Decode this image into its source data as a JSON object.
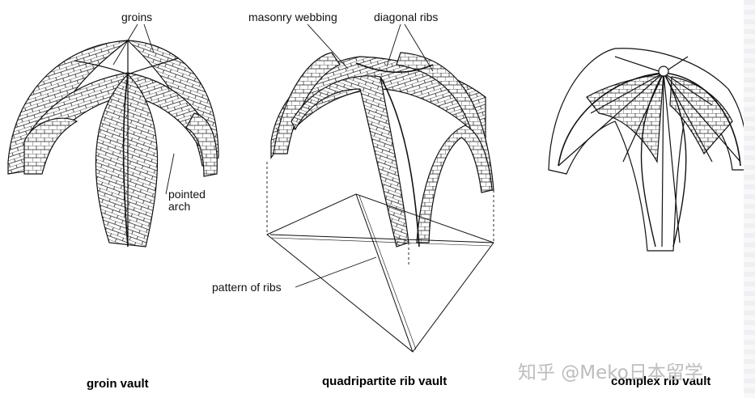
{
  "labels": {
    "groins": "groins",
    "pointed_arch": "pointed\narch",
    "masonry_webbing": "masonry webbing",
    "diagonal_ribs": "diagonal ribs",
    "pattern_of_ribs": "pattern of ribs"
  },
  "captions": {
    "groin_vault": "groin vault",
    "quadripartite": "quadripartite rib vault",
    "complex": "complex rib vault"
  },
  "watermark": "知乎 @Meko日本留学",
  "colors": {
    "ink": "#111111",
    "watermark": "#bdbdbd"
  }
}
